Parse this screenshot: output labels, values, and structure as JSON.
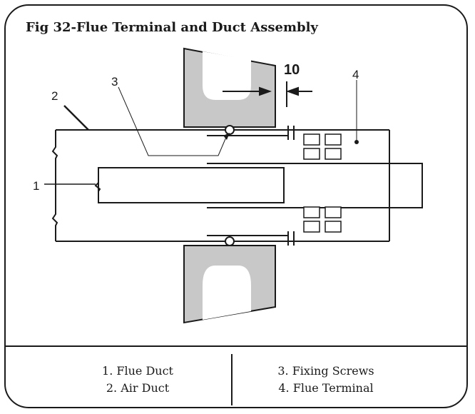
{
  "title": "Fig 32-Flue Terminal and Duct Assembly",
  "dimension_label": "10",
  "callouts": [
    "1",
    "2",
    "3",
    "4"
  ],
  "legend": {
    "left": [
      "1. Flue Duct",
      "2. Air Duct"
    ],
    "right": [
      "3. Fixing Screws",
      "4. Flue Terminal"
    ]
  },
  "colors": {
    "line": "#1a1a1a",
    "wall_fill": "#c8c8c8",
    "background": "#ffffff"
  }
}
